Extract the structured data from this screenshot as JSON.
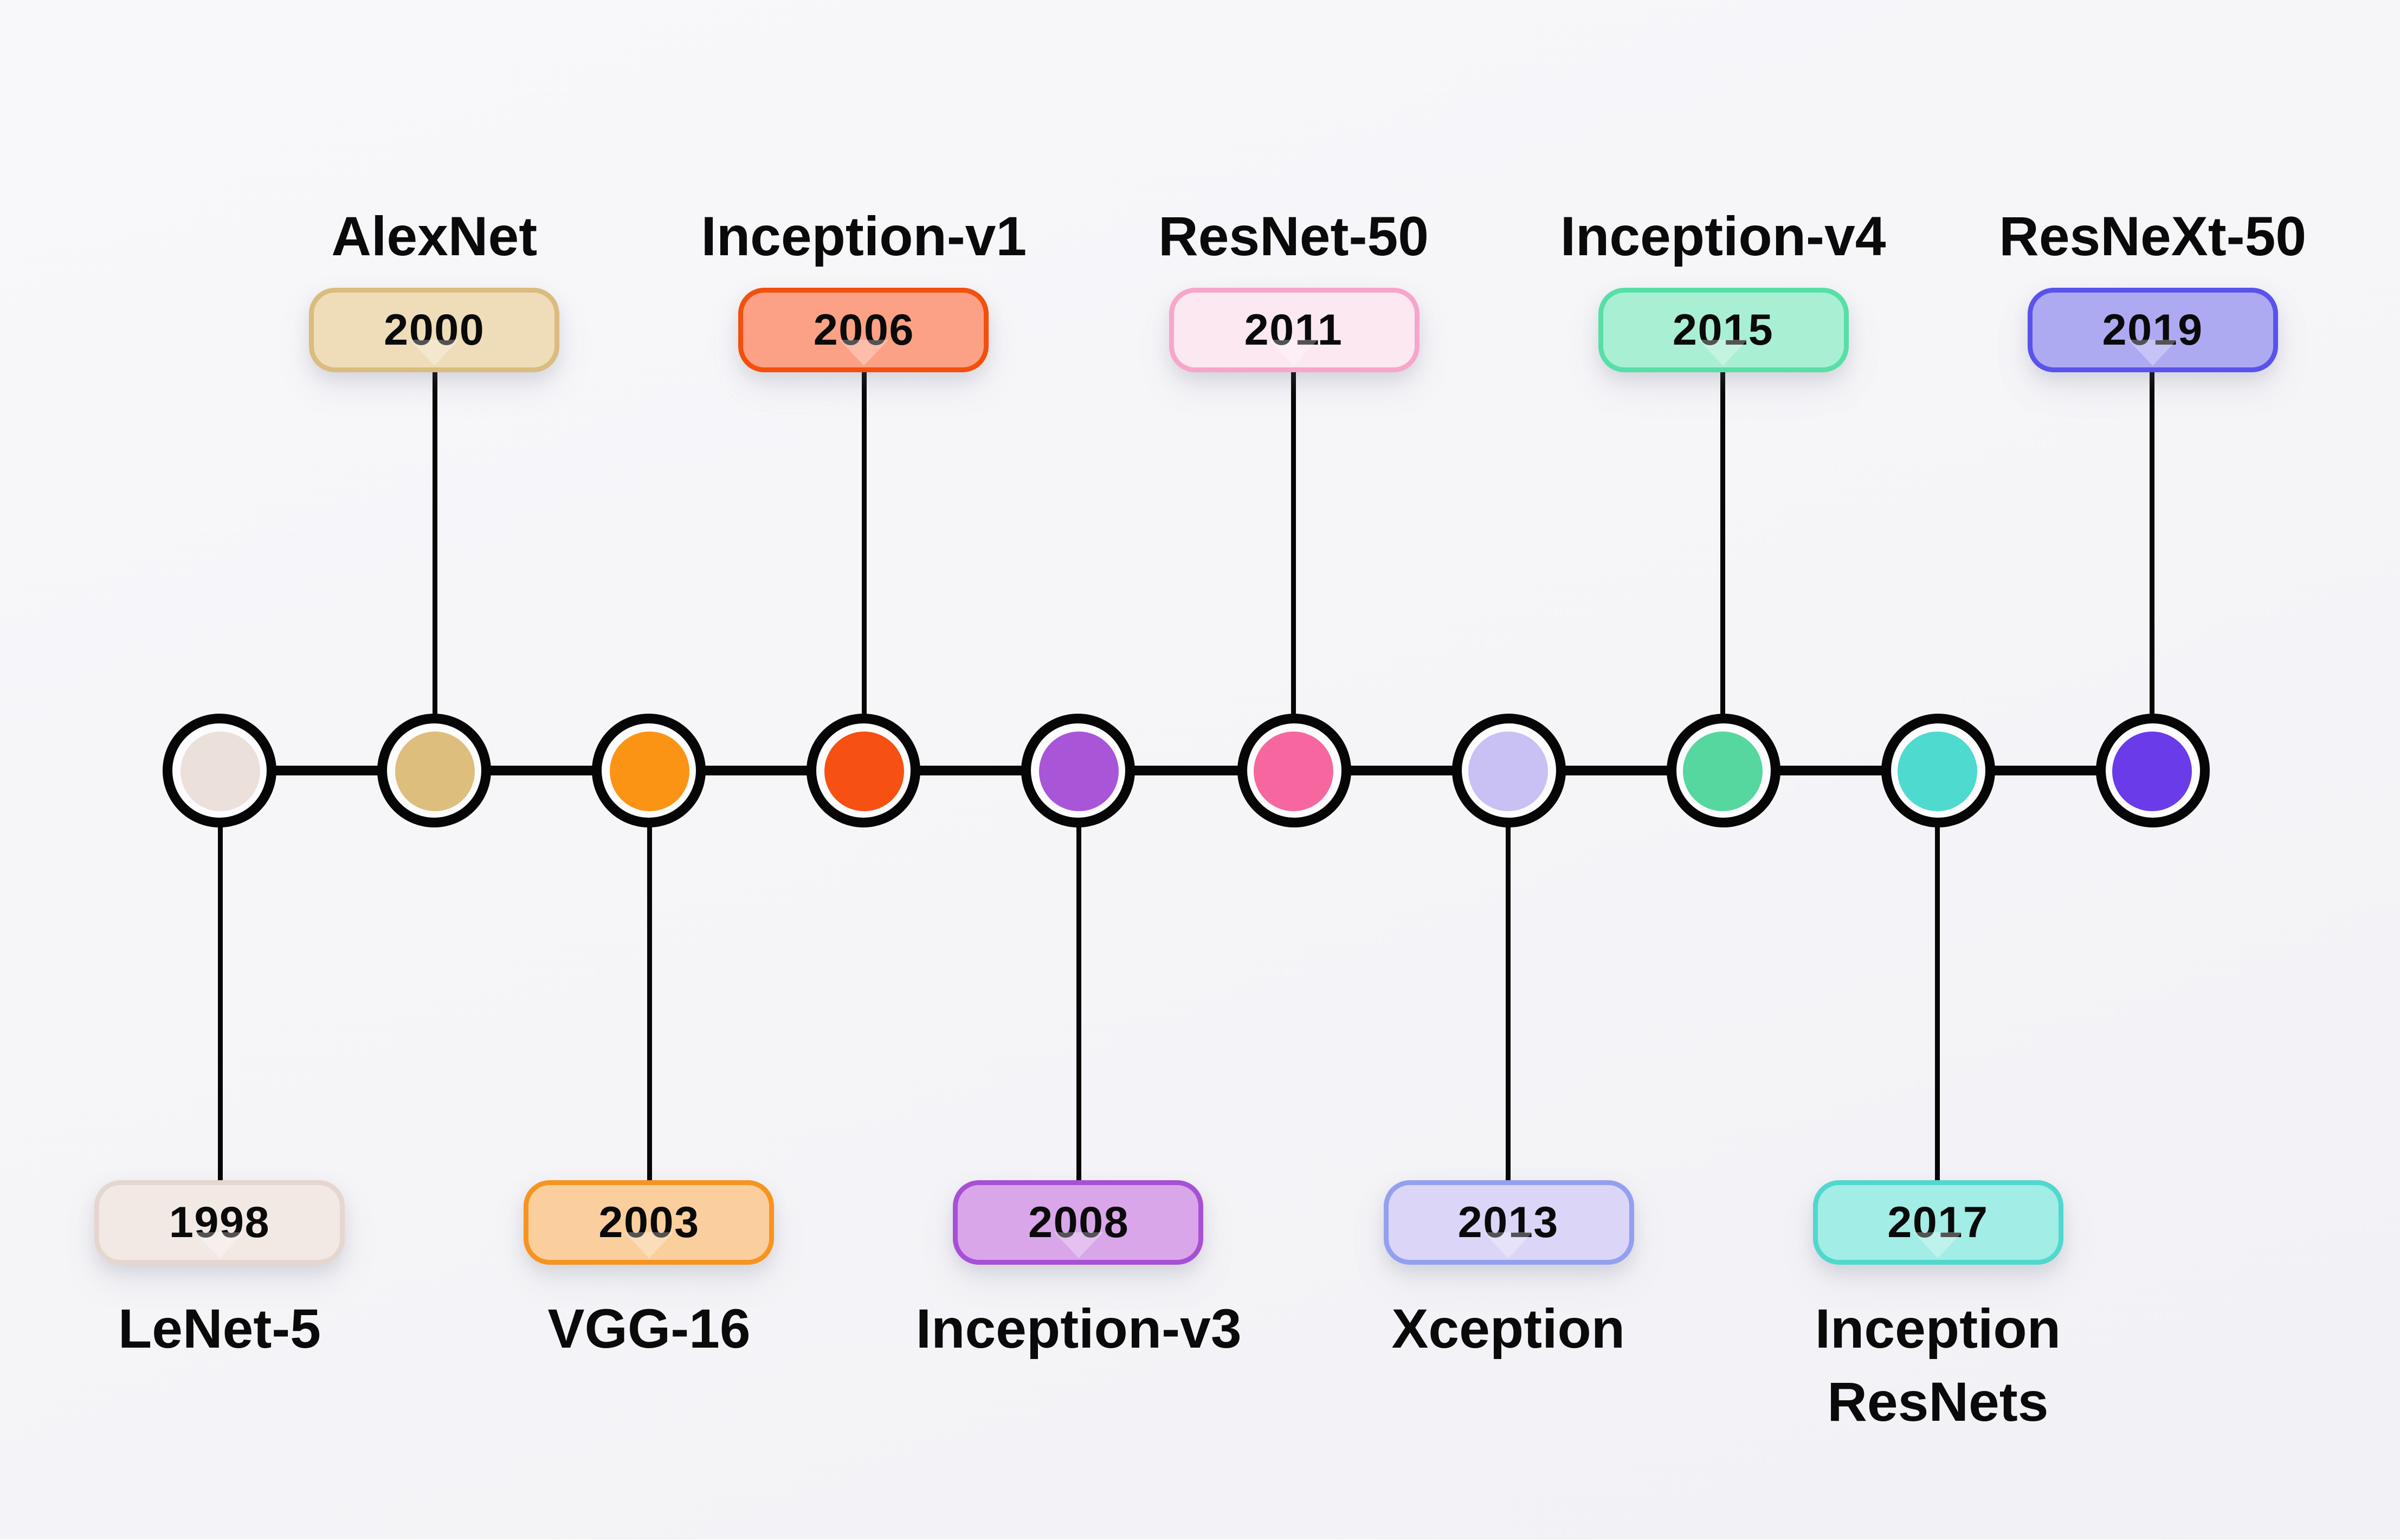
{
  "page": {
    "background_top": "#f8f8fb",
    "background_bottom": "#f1f1f6",
    "line_color": "#060606",
    "text_color": "#0a0a0b",
    "node_ring_fill": "#fcfcfe"
  },
  "timeline": {
    "items": [
      {
        "year": "1998",
        "name": "LeNet-5",
        "position": "below",
        "node_color": "#ece0db",
        "badge_bg": "#f2e9e5",
        "badge_border": "#e5d6d0"
      },
      {
        "year": "2000",
        "name": "AlexNet",
        "position": "above",
        "node_color": "#ddbe7c",
        "badge_bg": "#eeddb8",
        "badge_border": "#dabc7f"
      },
      {
        "year": "2003",
        "name": "VGG-16",
        "position": "below",
        "node_color": "#fb9415",
        "badge_bg": "#fbcf9d",
        "badge_border": "#f79420"
      },
      {
        "year": "2006",
        "name": "Inception-v1",
        "position": "above",
        "node_color": "#f65013",
        "badge_bg": "#fca185",
        "badge_border": "#f34f0e"
      },
      {
        "year": "2008",
        "name": "Inception-v3",
        "position": "below",
        "node_color": "#a855d8",
        "badge_bg": "#d9a6ea",
        "badge_border": "#a750d5"
      },
      {
        "year": "2011",
        "name": "ResNet-50",
        "position": "above",
        "node_color": "#f7679f",
        "badge_bg": "#fbe8f1",
        "badge_border": "#f7a6cb"
      },
      {
        "year": "2013",
        "name": "Xception",
        "position": "below",
        "node_color": "#c9c1f3",
        "badge_bg": "#dbd6f8",
        "badge_border": "#93a0f0"
      },
      {
        "year": "2015",
        "name": "Inception-v4",
        "position": "above",
        "node_color": "#55d79f",
        "badge_bg": "#a9efd3",
        "badge_border": "#57dfa6"
      },
      {
        "year": "2017",
        "name": "Inception ResNets",
        "position": "below",
        "node_color": "#4edace",
        "badge_bg": "#a2ede5",
        "badge_border": "#50d8ce"
      },
      {
        "year": "2019",
        "name": "ResNeXt-50",
        "position": "above",
        "node_color": "#6a3be9",
        "badge_bg": "#aeaaf2",
        "badge_border": "#5a52ec"
      }
    ]
  }
}
